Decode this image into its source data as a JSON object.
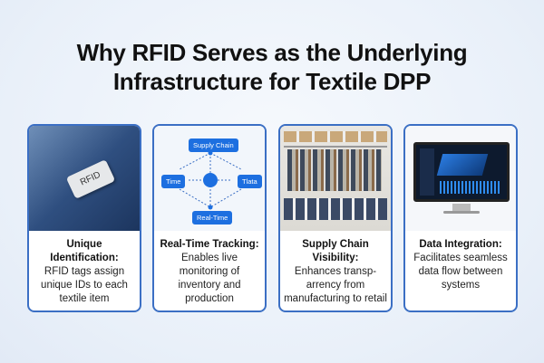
{
  "title_line1": "Why RFID Serves as the Underlying",
  "title_line2": "Infrastructure for Textile DPP",
  "cards": [
    {
      "heading": "Unique Identification:",
      "body": "RFID tags assign unique IDs to each textile item",
      "tag_text": "RFID"
    },
    {
      "heading": "Real-Time Tracking:",
      "body": "Enables live monitoring of inventory and production",
      "diagram": {
        "top": "Supply Chain",
        "left": "Time",
        "right": "Tlata",
        "bottom": "Real-Time"
      }
    },
    {
      "heading": "Supply Chain Visibility:",
      "body": "Enhances transp-arrency from manufacturing to retail"
    },
    {
      "heading": "Data Integration:",
      "body": "Facilitates seamless data flow between systems"
    }
  ],
  "colors": {
    "accent": "#1d6fe0",
    "border": "#3b6fc4"
  }
}
